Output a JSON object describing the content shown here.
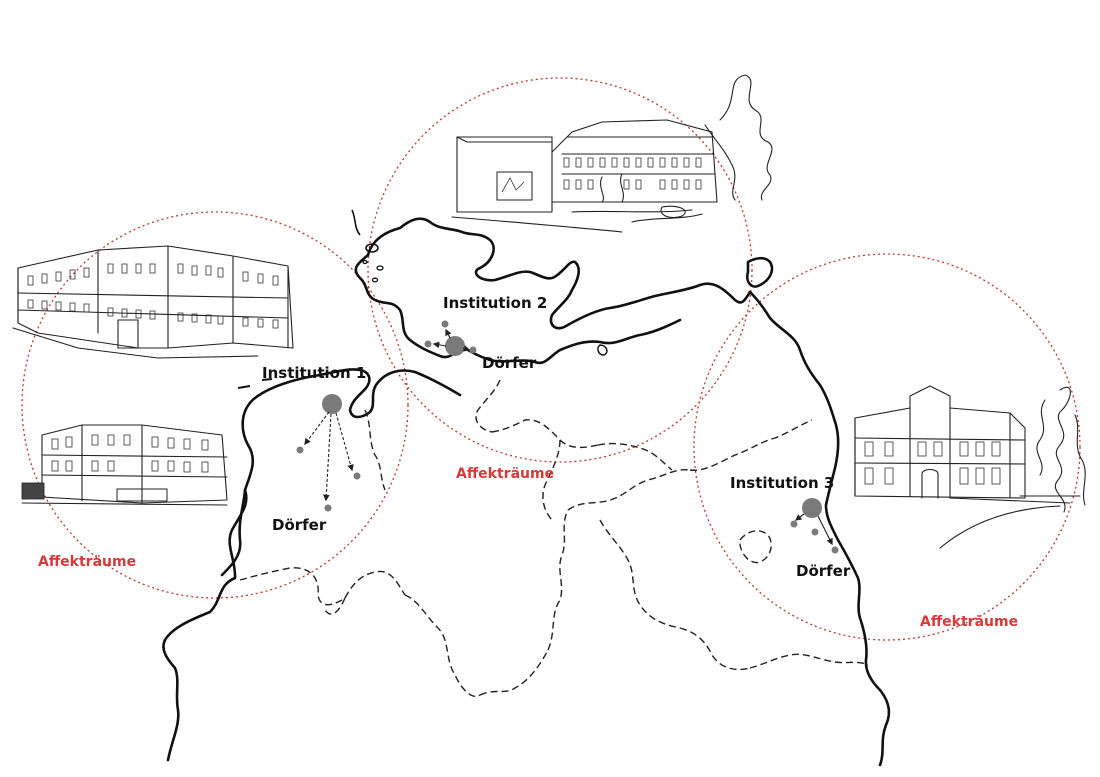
{
  "institutions": [
    {
      "label": "Institution 1"
    },
    {
      "label": "Institution 2"
    },
    {
      "label": "Institution 3"
    }
  ],
  "villages": [
    {
      "label": "Dörfer"
    },
    {
      "label": "Dörfer"
    },
    {
      "label": "Dörfer"
    }
  ],
  "affect_spaces": [
    {
      "label": "Affekträume"
    },
    {
      "label": "Affekträume"
    },
    {
      "label": "Affekträume"
    }
  ],
  "colors": {
    "affect_red": "#d63a3a",
    "circle_dotted": "#c0392b",
    "node_gray": "#7a7a7a",
    "line": "#111111"
  },
  "icons": [
    "building-sketch",
    "institution-node",
    "village-node"
  ]
}
